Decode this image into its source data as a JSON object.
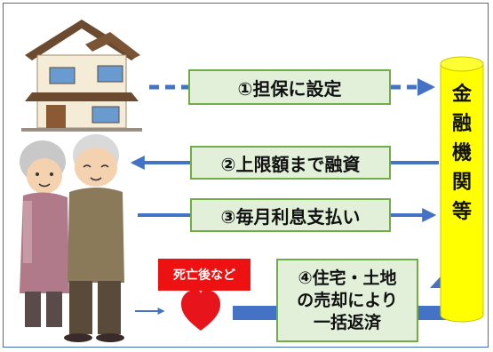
{
  "steps": {
    "step1": "①担保に設定",
    "step2": "②上限額まで融資",
    "step3": "③毎月利息支払い",
    "step4_lines": [
      "④住宅・土地",
      "の売却により",
      "一括返済"
    ]
  },
  "lender": {
    "chars": [
      "金",
      "融",
      "機",
      "関",
      "等"
    ]
  },
  "after_death_label": "死亡後など",
  "icons": [
    "house-icon",
    "elderly-couple-icon",
    "heart-icon"
  ],
  "colors": {
    "arrow": "#4472c4",
    "box_fill": "#e2efd9",
    "box_border": "#70ad47",
    "lender_fill": "#ffff00",
    "badge": "#ee1111",
    "heart": "#e8141c"
  }
}
